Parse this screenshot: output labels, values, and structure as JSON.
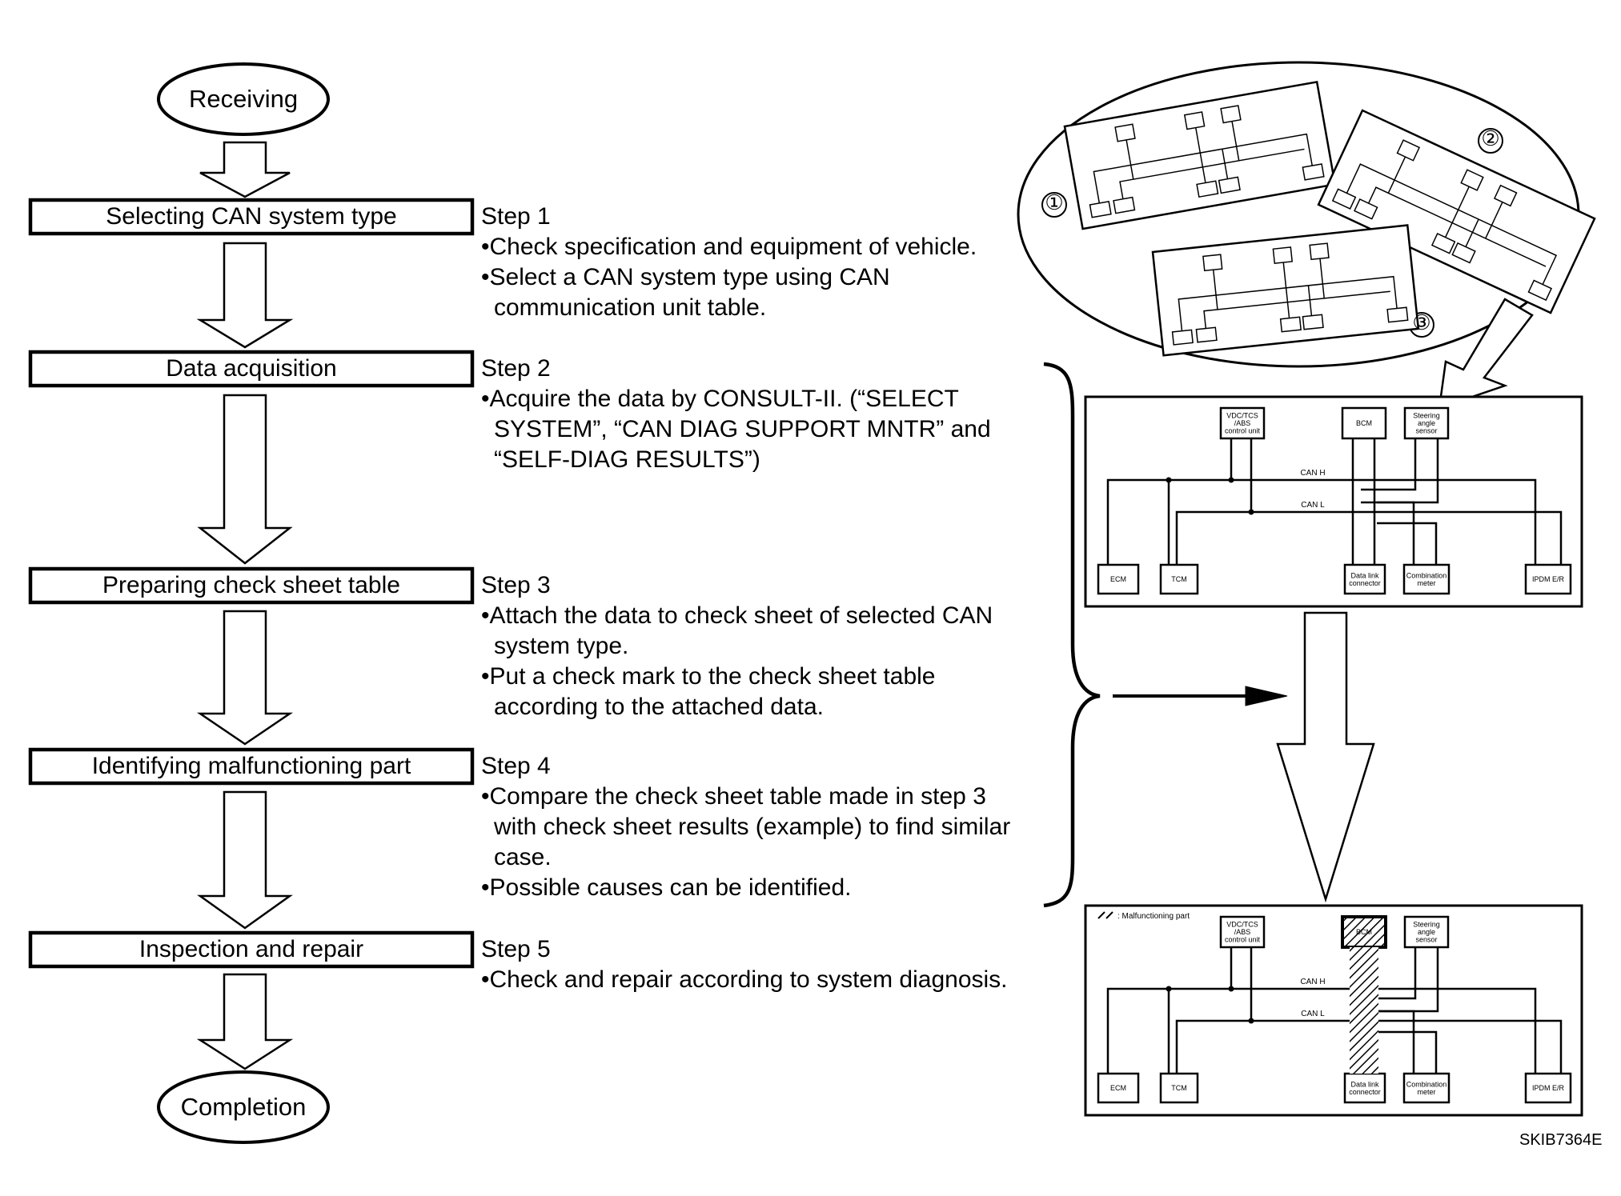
{
  "flow": {
    "start": "Receiving",
    "end": "Completion",
    "steps": [
      {
        "box": "Selecting CAN system type",
        "step": "Step 1",
        "lines": [
          {
            "b": "•",
            "t": "Check specification and equipment of vehicle."
          },
          {
            "b": "•",
            "t": "Select a CAN system type using CAN"
          },
          {
            "b": "",
            "t": "communication unit table."
          }
        ]
      },
      {
        "box": "Data acquisition",
        "step": "Step 2",
        "lines": [
          {
            "b": "•",
            "t": "Acquire the data by CONSULT-II. (“SELECT"
          },
          {
            "b": "",
            "t": "SYSTEM”, “CAN DIAG SUPPORT MNTR”  and"
          },
          {
            "b": "",
            "t": "“SELF-DIAG RESULTS”)"
          }
        ]
      },
      {
        "box": "Preparing check sheet table",
        "step": "Step 3",
        "lines": [
          {
            "b": "•",
            "t": "Attach the data to check sheet of selected CAN"
          },
          {
            "b": "",
            "t": "system type."
          },
          {
            "b": "•",
            "t": "Put a check mark to the check sheet table"
          },
          {
            "b": "",
            "t": "according to the attached data."
          }
        ]
      },
      {
        "box": "Identifying malfunctioning part",
        "step": "Step 4",
        "lines": [
          {
            "b": "•",
            "t": "Compare the check sheet table made in step 3"
          },
          {
            "b": "",
            "t": "with check sheet results (example) to find similar"
          },
          {
            "b": "",
            "t": "case."
          },
          {
            "b": "•",
            "t": "Possible causes can be identified."
          }
        ]
      },
      {
        "box": "Inspection and repair",
        "step": "Step 5",
        "lines": [
          {
            "b": "•",
            "t": "Check and repair according to system diagnosis."
          }
        ]
      }
    ]
  },
  "system_types": [
    "①",
    "②",
    "③"
  ],
  "network": {
    "units_top": [
      {
        "key": "vdc",
        "label": "VDC/TCS\n/ABS\ncontrol unit"
      },
      {
        "key": "bcm",
        "label": "BCM"
      },
      {
        "key": "steer",
        "label": "Steering\nangle\nsensor"
      }
    ],
    "units_bottom": [
      {
        "key": "ecm",
        "label": "ECM"
      },
      {
        "key": "tcm",
        "label": "TCM"
      },
      {
        "key": "dlc",
        "label": "Data link\nconnector"
      },
      {
        "key": "comb",
        "label": "Combination\nmeter"
      },
      {
        "key": "ipdm",
        "label": "IPDM E/R"
      }
    ],
    "can_h": "CAN H",
    "can_l": "CAN L",
    "legend": ": Malfunctioning part"
  },
  "code": "SKIB7364E",
  "colors": {
    "ink": "#000000",
    "paper": "#ffffff"
  }
}
